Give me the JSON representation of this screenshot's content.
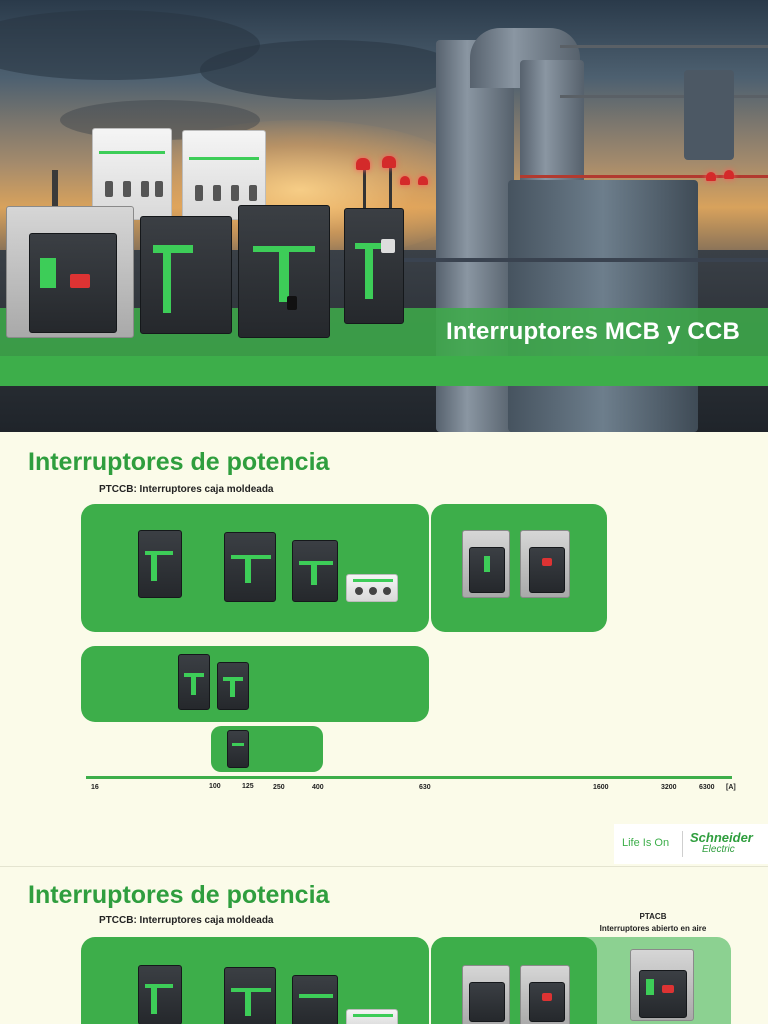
{
  "hero": {
    "title": "Interruptores MCB y CCB"
  },
  "slide2": {
    "title": "Interruptores de potencia",
    "subtitle": "PTCCB: Interruptores caja moldeada",
    "axis_ticks": [
      "16",
      "100",
      "125",
      "250",
      "400",
      "630",
      "1600",
      "3200",
      "6300",
      "[A]"
    ],
    "brand": {
      "tagline": "Life Is On",
      "name": "Schneider",
      "name_sub": "Electric"
    }
  },
  "slide3": {
    "title": "Interruptores de potencia",
    "subtitle": "PTCCB: Interruptores caja moldeada",
    "ptacb_title": "PTACB",
    "ptacb_sub": "Interruptores abierto en aire"
  },
  "colors": {
    "brand_green": "#3dae4a",
    "title_green": "#2f9e3e",
    "page_bg": "#fbfbe9"
  }
}
